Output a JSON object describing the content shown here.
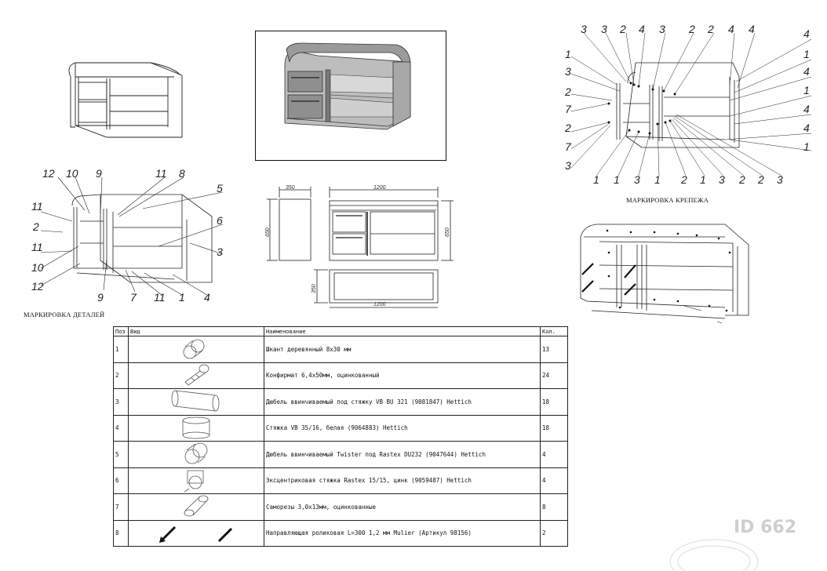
{
  "captions": {
    "parts_marking": "МАРКИРОВКА ДЕТАЛЕЙ",
    "fastener_marking": "МАРКИРОВКА КРЕПЕЖА"
  },
  "dimensions": {
    "side_depth": "350",
    "side_height": "650",
    "front_width": "1200",
    "front_height": "650",
    "top_depth": "350",
    "top_width": "1200"
  },
  "parts_labels": {
    "top": [
      "12",
      "10",
      "9",
      "11",
      "8",
      "5"
    ],
    "left": [
      "11",
      "2",
      "11",
      "10",
      "12"
    ],
    "right": [
      "6",
      "3"
    ],
    "bottom": [
      "9",
      "7",
      "11",
      "1",
      "4"
    ]
  },
  "fastener_labels": {
    "top": [
      "3",
      "3",
      "2",
      "4",
      "3",
      "2",
      "2",
      "4",
      "4"
    ],
    "left": [
      "1",
      "3",
      "2",
      "7",
      "2",
      "7",
      "3"
    ],
    "right": [
      "4",
      "1",
      "4",
      "1",
      "4",
      "4",
      "1"
    ],
    "bottom": [
      "1",
      "1",
      "3",
      "1",
      "2",
      "1",
      "3",
      "2",
      "2",
      "3"
    ]
  },
  "table": {
    "headers": [
      "Поз",
      "Вид",
      "Наименование",
      "Кол."
    ],
    "rows": [
      {
        "pos": "1",
        "name": "Шкант деревянный 8х30 мм",
        "qty": "13",
        "icon": "dowel-icon"
      },
      {
        "pos": "2",
        "name": "Конфирмат 6,4х50мм, оцинкованный",
        "qty": "24",
        "icon": "confirmat-screw-icon"
      },
      {
        "pos": "3",
        "name": "Дюбель ввинчиваемый под стяжку VB BU 321 (9081847) Hettich",
        "qty": "18",
        "icon": "screw-in-dowel-icon"
      },
      {
        "pos": "4",
        "name": "Стяжка VB 35/16, белая (9064883) Hettich",
        "qty": "18",
        "icon": "connector-cam-icon"
      },
      {
        "pos": "5",
        "name": "Дюбель ввинчиваемый Twister под Rastex   DU232 (9047644) Hettich",
        "qty": "4",
        "icon": "twister-dowel-icon"
      },
      {
        "pos": "6",
        "name": "Эксцентриковая стяжка Rastex 15/15, цинк (9059487) Hettich",
        "qty": "4",
        "icon": "eccentric-connector-icon"
      },
      {
        "pos": "7",
        "name": "Саморезы 3,0х13мм, оцинкованные",
        "qty": "8",
        "icon": "wood-screw-icon"
      },
      {
        "pos": "8",
        "name": "Направляющая роликовая L=300 1,2 мм Mulier (Артикул 98156)",
        "qty": "2",
        "icon": "roller-guide-icon"
      }
    ]
  },
  "watermark": "ID 662"
}
